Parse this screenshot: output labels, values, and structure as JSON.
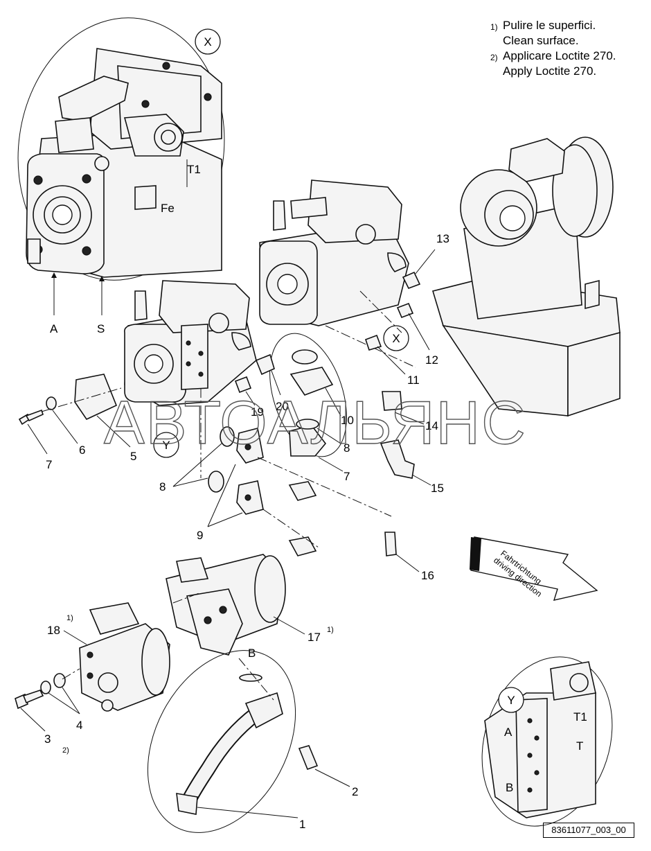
{
  "notes": [
    {
      "num": "1)",
      "lines": [
        "Pulire le superfici.",
        "Clean surface."
      ]
    },
    {
      "num": "2)",
      "lines": [
        "Applicare Loctite 270.",
        "Apply Loctite 270."
      ]
    }
  ],
  "callouts": {
    "c1": "1",
    "c2": "2",
    "c3": "3",
    "c4": "4",
    "c5": "5",
    "c6": "6",
    "c7a": "7",
    "c7b": "7",
    "c8a": "8",
    "c8b": "8",
    "c9": "9",
    "c10": "10",
    "c11": "11",
    "c12": "12",
    "c13": "13",
    "c14": "14",
    "c15": "15",
    "c16": "16",
    "c17": "17",
    "c18": "18",
    "c19": "19",
    "c20": "20"
  },
  "note_refs": {
    "n17": "1)",
    "n18": "1)",
    "n3": "2)"
  },
  "port_labels": {
    "a_main": "A",
    "s_main": "S",
    "t1_x": "T1",
    "fe_x": "Fe",
    "b_motor": "B",
    "a_y": "A",
    "t1_y": "T1",
    "t_y": "T",
    "b_y": "B"
  },
  "detail_markers": {
    "x_top": "X",
    "x_mid": "X",
    "y_mid": "Y",
    "y_detail": "Y"
  },
  "direction_arrow": {
    "line1": "Fahrtrichtung",
    "line2": "driving direction"
  },
  "watermark": "АВТОАЛЬЯНС",
  "drawing_ref": "83611077_003_00"
}
